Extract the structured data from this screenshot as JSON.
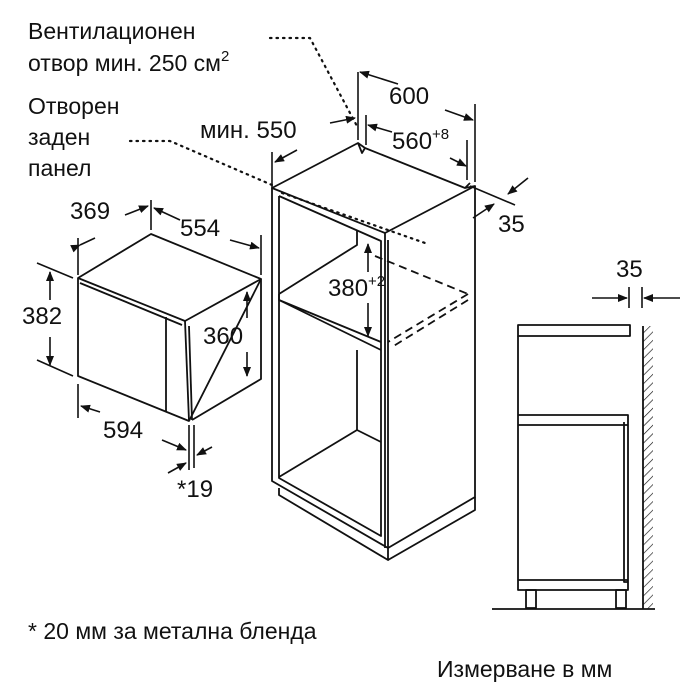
{
  "labels": {
    "vent_line1": "Вентилационен",
    "vent_line2_prefix": "отвор мин. 250 см",
    "vent_line2_sup": "2",
    "panel_line1": "Отворен",
    "panel_line2": "заден",
    "panel_line3": "панел",
    "footnote": "* 20 мм за метална бленда",
    "units": "Измерване в мм"
  },
  "dimensions": {
    "cabinet_width_outer": "600",
    "cabinet_depth_min": "мин. 550",
    "niche_width": "560",
    "niche_width_tol": "+8",
    "back_gap": "35",
    "niche_height": "380",
    "niche_height_tol": "+2",
    "microwave_depth": "369",
    "microwave_width_body": "554",
    "microwave_height_front": "382",
    "microwave_height_body": "360",
    "microwave_width_front": "594",
    "microwave_front_thickness": "*19",
    "side_view_gap": "35"
  },
  "colors": {
    "stroke": "#111111",
    "background": "#ffffff"
  }
}
